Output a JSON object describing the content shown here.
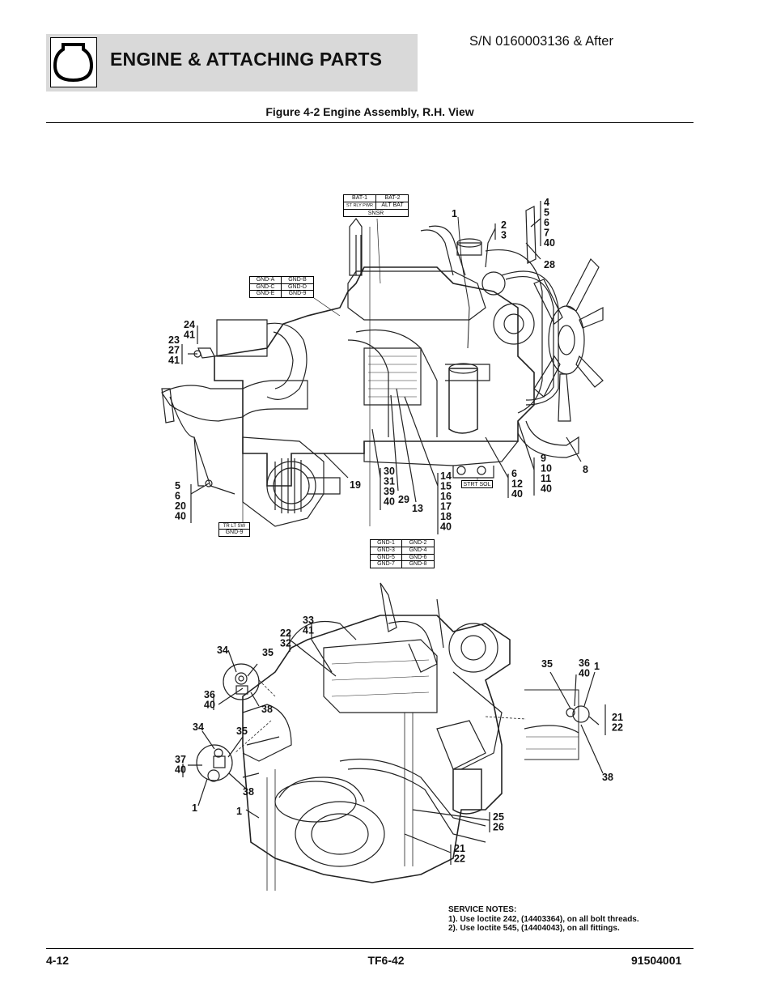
{
  "header": {
    "title": "ENGINE & ATTACHING PARTS",
    "serial": "S/N 0160003136 & After",
    "icon": "engine-section-icon"
  },
  "figure": {
    "caption": "Figure 4-2 Engine Assembly, R.H. View"
  },
  "wire_labels": {
    "bat_box": [
      "BAT-1",
      "BAT-2",
      "ST RLY PWR",
      "ALT BAT",
      "SNSR"
    ],
    "gnd_top": [
      "GND-A",
      "GND-B",
      "GND-C",
      "GND-D",
      "GND-E",
      "GND-9"
    ],
    "gnd_bottom": [
      "GND-1",
      "GND-2",
      "GND-3",
      "GND-4",
      "GND-5",
      "GND-6",
      "GND-7",
      "GND-8"
    ],
    "trlt": [
      "TR LT SW",
      "GND-9"
    ],
    "strt": "STRT SOL"
  },
  "callouts_top": {
    "c1": "1",
    "c23": [
      "2",
      "3"
    ],
    "c4": [
      "4",
      "5",
      "6",
      "7",
      "40"
    ],
    "c28": "28",
    "c24": [
      "24",
      "41"
    ],
    "c23b": [
      "23",
      "27",
      "41"
    ],
    "c9": [
      "9",
      "10",
      "11",
      "40"
    ],
    "c8": "8",
    "c6": [
      "6",
      "12",
      "40"
    ],
    "c14": [
      "14",
      "15",
      "16",
      "17",
      "18",
      "40"
    ],
    "c13": "13",
    "c29": "29",
    "c30": [
      "30",
      "31",
      "39",
      "40"
    ],
    "c19": "19",
    "c5": [
      "5",
      "6",
      "20",
      "40"
    ]
  },
  "callouts_bottom": {
    "c33": [
      "33",
      "41"
    ],
    "c22": [
      "22",
      "32"
    ],
    "c34a": "34",
    "c35a": "35",
    "c36a": [
      "36",
      "40"
    ],
    "c38a": "38",
    "c34b": "34",
    "c35b": "35",
    "c37": [
      "37",
      "40"
    ],
    "c38b": "38",
    "c1a": "1",
    "c1b": "1",
    "c35c": "35",
    "c36c": [
      "36",
      "40"
    ],
    "c1c": "1",
    "c21a": [
      "21",
      "22"
    ],
    "c38c": "38",
    "c25": [
      "25",
      "26"
    ],
    "c21b": [
      "21",
      "22"
    ]
  },
  "service_notes": {
    "heading": "SERVICE NOTES:",
    "note1": "1).  Use loctite 242, (14403364), on all bolt threads.",
    "note2": "2).  Use loctite 545, (14404043), on all fittings."
  },
  "footer": {
    "page": "4-12",
    "model": "TF6-42",
    "doc": "91504001"
  }
}
